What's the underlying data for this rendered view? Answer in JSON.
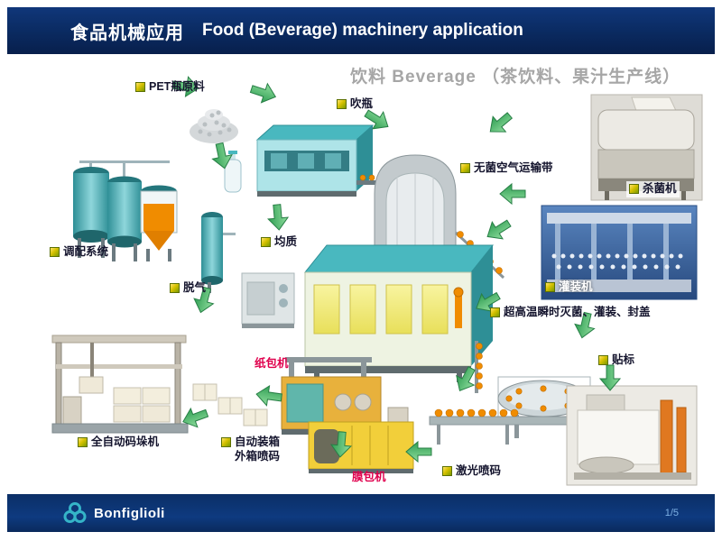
{
  "header": {
    "title_zh": "食品机械应用",
    "title_en": "Food (Beverage) machinery application"
  },
  "subtitle": {
    "text": "饮料 Beverage （茶饮料、果汁生产线）"
  },
  "labels": [
    {
      "text": "PET瓶原料"
    },
    {
      "text": "吹瓶"
    },
    {
      "text": "无菌空气运输带"
    },
    {
      "text": "调配系统"
    },
    {
      "text": "均质"
    },
    {
      "text": "脱气"
    },
    {
      "text": "超高温瞬时灭菌、灌装、封盖"
    },
    {
      "text": "贴标"
    },
    {
      "text": "纸包机"
    },
    {
      "text": "全自动码垛机"
    },
    {
      "text": "自动装箱\n外箱喷码"
    },
    {
      "text": "膜包机"
    },
    {
      "text": "激光喷码"
    },
    {
      "text": "杀菌机"
    },
    {
      "text": "灌装机"
    }
  ],
  "footer": {
    "brand": "Bonfiglioli",
    "page": "1/5"
  },
  "colors": {
    "header_bg": "#0a2a60",
    "arrow_green": "#3fae5e",
    "label_red": "#e0004d",
    "bullet_yellow": "#ffd84d",
    "machine_teal": "#49b8bf",
    "bottle_orange": "#f08c00"
  }
}
